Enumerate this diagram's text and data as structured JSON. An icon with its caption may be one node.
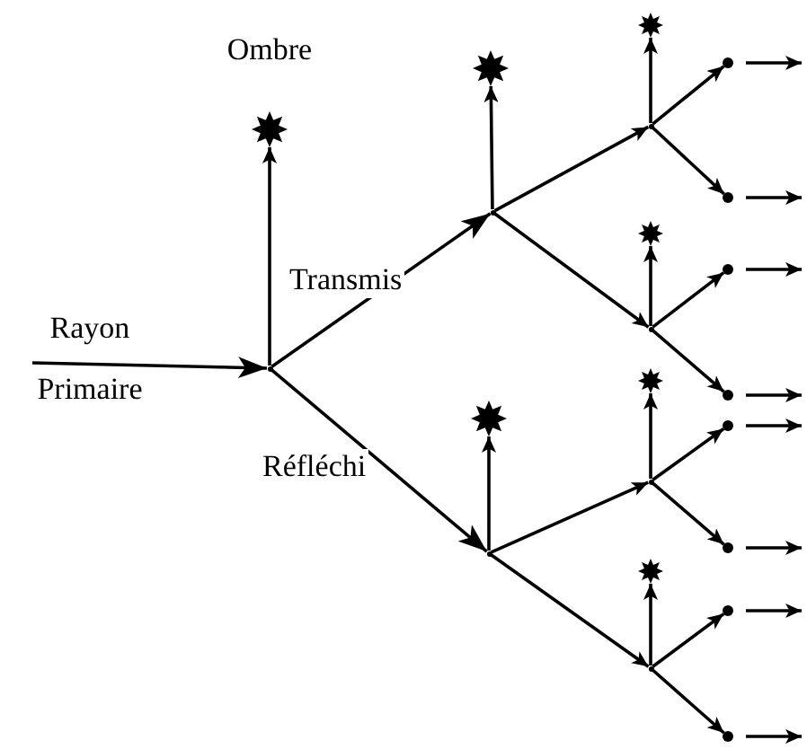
{
  "diagram": {
    "nodes": [
      {
        "text": [],
        "shape": "star",
        "beside": [
          "Ombre"
        ]
      },
      {
        "text": [],
        "shape": "point"
      },
      {
        "text": [],
        "shape": "star"
      },
      {
        "text": [],
        "shape": "point"
      },
      {
        "text": [],
        "shape": "star"
      },
      {
        "text": [],
        "shape": "point"
      },
      {
        "text": [],
        "shape": "dot"
      },
      {
        "text": [],
        "shape": "dot"
      },
      {
        "text": [],
        "shape": "star"
      },
      {
        "text": [],
        "shape": "point"
      },
      {
        "text": [],
        "shape": "dot"
      },
      {
        "text": [],
        "shape": "dot"
      },
      {
        "text": [],
        "shape": "star"
      },
      {
        "text": [],
        "shape": "point"
      },
      {
        "text": [],
        "shape": "star"
      },
      {
        "text": [],
        "shape": "point"
      },
      {
        "text": [],
        "shape": "dot"
      },
      {
        "text": [],
        "shape": "dot"
      },
      {
        "text": [],
        "shape": "star"
      },
      {
        "text": [],
        "shape": "point"
      },
      {
        "text": [],
        "shape": "dot"
      },
      {
        "text": [],
        "shape": "dot"
      }
    ],
    "edges": [
      {
        "from": null,
        "to": 1,
        "arrow": "to",
        "label": "Rayon Primaire"
      },
      {
        "from": 1,
        "to": 0,
        "arrow": "to"
      },
      {
        "from": 1,
        "to": 3,
        "arrow": "to",
        "label": "Transmis"
      },
      {
        "from": 1,
        "to": 13,
        "arrow": "to",
        "label": "Réfléchi"
      },
      {
        "from": 3,
        "to": 2,
        "arrow": "to"
      },
      {
        "from": 3,
        "to": 5,
        "arrow": "to"
      },
      {
        "from": 3,
        "to": 9,
        "arrow": "to"
      },
      {
        "from": 5,
        "to": 4,
        "arrow": "to"
      },
      {
        "from": 5,
        "to": 6,
        "arrow": "to"
      },
      {
        "from": 5,
        "to": 7,
        "arrow": "to"
      },
      {
        "from": 9,
        "to": 8,
        "arrow": "to"
      },
      {
        "from": 9,
        "to": 10,
        "arrow": "to"
      },
      {
        "from": 9,
        "to": 11,
        "arrow": "to"
      },
      {
        "from": 13,
        "to": 12,
        "arrow": "to"
      },
      {
        "from": 13,
        "to": 15,
        "arrow": "to"
      },
      {
        "from": 13,
        "to": 19,
        "arrow": "to"
      },
      {
        "from": 15,
        "to": 14,
        "arrow": "to"
      },
      {
        "from": 15,
        "to": 16,
        "arrow": "to"
      },
      {
        "from": 15,
        "to": 17,
        "arrow": "to"
      },
      {
        "from": 19,
        "to": 18,
        "arrow": "to"
      },
      {
        "from": 19,
        "to": 20,
        "arrow": "to"
      },
      {
        "from": 19,
        "to": 21,
        "arrow": "to"
      },
      {
        "from": 6,
        "to": null,
        "arrow": "to"
      },
      {
        "from": 7,
        "to": null,
        "arrow": "to"
      },
      {
        "from": 10,
        "to": null,
        "arrow": "to"
      },
      {
        "from": 11,
        "to": null,
        "arrow": "to"
      },
      {
        "from": 16,
        "to": null,
        "arrow": "to"
      },
      {
        "from": 17,
        "to": null,
        "arrow": "to"
      },
      {
        "from": 20,
        "to": null,
        "arrow": "to"
      },
      {
        "from": 21,
        "to": null,
        "arrow": "to"
      }
    ]
  }
}
